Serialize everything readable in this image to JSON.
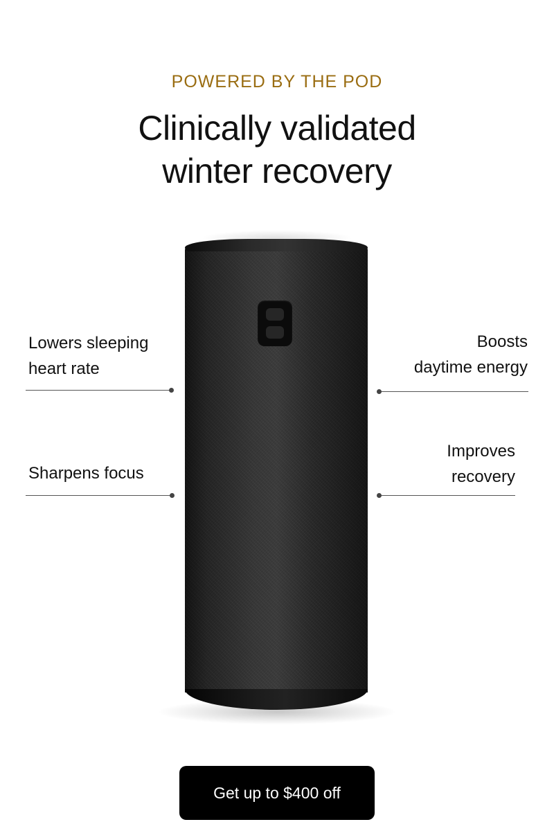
{
  "header": {
    "eyebrow": "POWERED BY THE POD",
    "headline_line1": "Clinically validated",
    "headline_line2": "winter recovery"
  },
  "product": {
    "name": "pod",
    "icon": "eight-logo-icon"
  },
  "callouts": {
    "top_left": {
      "line1": "Lowers sleeping",
      "line2": "heart rate"
    },
    "top_right": {
      "line1": "Boosts",
      "line2": "daytime energy"
    },
    "bottom_left": {
      "line1": "Sharpens focus"
    },
    "bottom_right": {
      "line1": "Improves",
      "line2": "recovery"
    }
  },
  "cta": {
    "label": "Get up to $400 off"
  },
  "colors": {
    "eyebrow": "#9a6d12",
    "text": "#111111",
    "cta_background": "#000000",
    "cta_text": "#ffffff"
  }
}
